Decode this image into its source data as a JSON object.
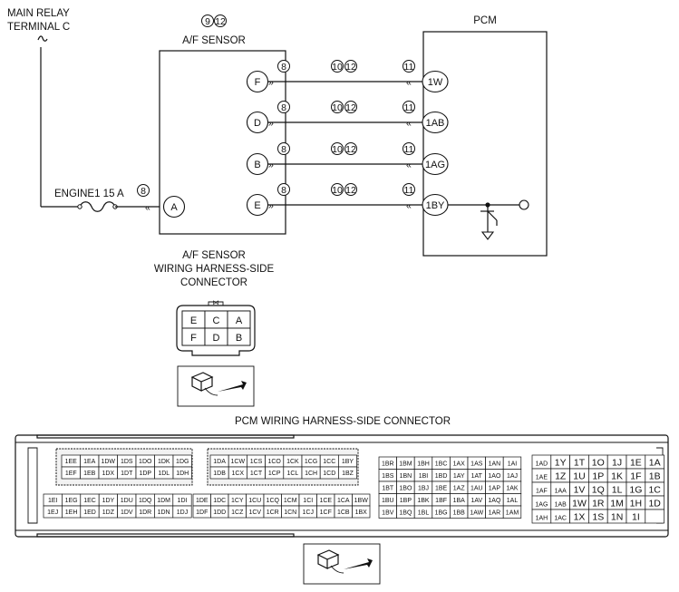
{
  "labels": {
    "main_relay_1": "MAIN RELAY",
    "main_relay_2": "TERMINAL C",
    "af_sensor": "A/F SENSOR",
    "pcm": "PCM",
    "engine_fuse": "ENGINE1 15 A",
    "af_conn_1": "A/F SENSOR",
    "af_conn_2": "WIRING HARNESS-SIDE",
    "af_conn_3": "CONNECTOR",
    "pcm_conn": "PCM WIRING HARNESS-SIDE CONNECTOR"
  },
  "refs": {
    "sensor_top": [
      "9",
      "12"
    ],
    "fuse": "8",
    "rows": [
      {
        "sensor_pin": "F",
        "pcm_pin": "1W",
        "left": "8",
        "mid": [
          "10",
          "12"
        ],
        "right": "11"
      },
      {
        "sensor_pin": "D",
        "pcm_pin": "1AB",
        "left": "8",
        "mid": [
          "10",
          "12"
        ],
        "right": "11"
      },
      {
        "sensor_pin": "B",
        "pcm_pin": "1AG",
        "left": "8",
        "mid": [
          "10",
          "12"
        ],
        "right": "11"
      },
      {
        "sensor_pin": "E",
        "pcm_pin": "1BY",
        "left": "8",
        "mid": [
          "10",
          "12"
        ],
        "right": "11"
      }
    ]
  },
  "sensor_pin_a": "A",
  "af_connector_grid": [
    [
      "E",
      "C",
      "A"
    ],
    [
      "F",
      "D",
      "B"
    ]
  ],
  "pcm_connector": {
    "block1_top": [
      [
        "1EE",
        "1EA",
        "1DW",
        "1DS",
        "1DO",
        "1DK",
        "1DG"
      ],
      [
        "1EF",
        "1EB",
        "1DX",
        "1DT",
        "1DP",
        "1DL",
        "1DH"
      ]
    ],
    "block1_bottom": [
      [
        "1EI",
        "1EG",
        "1EC",
        "1DY",
        "1DU",
        "1DQ",
        "1DM",
        "1DI"
      ],
      [
        "1EJ",
        "1EH",
        "1ED",
        "1DZ",
        "1DV",
        "1DR",
        "1DN",
        "1DJ"
      ]
    ],
    "block2_top": [
      [
        "1DA",
        "1CW",
        "1CS",
        "1CO",
        "1CK",
        "1CG",
        "1CC",
        "1BY"
      ],
      [
        "1DB",
        "1CX",
        "1CT",
        "1CP",
        "1CL",
        "1CH",
        "1CD",
        "1BZ"
      ]
    ],
    "block2_bottom": [
      [
        "1DE",
        "1DC",
        "1CY",
        "1CU",
        "1CQ",
        "1CM",
        "1CI",
        "1CE",
        "1CA",
        "1BW"
      ],
      [
        "1DF",
        "1DD",
        "1CZ",
        "1CV",
        "1CR",
        "1CN",
        "1CJ",
        "1CF",
        "1CB",
        "1BX"
      ]
    ],
    "block3": [
      [
        "1BR",
        "1BM",
        "1BH",
        "1BC",
        "1AX",
        "1AS",
        "1AN",
        "1AI"
      ],
      [
        "1BS",
        "1BN",
        "1BI",
        "1BD",
        "1AY",
        "1AT",
        "1AO",
        "1AJ"
      ],
      [
        "1BT",
        "1BO",
        "1BJ",
        "1BE",
        "1AZ",
        "1AU",
        "1AP",
        "1AK"
      ],
      [
        "1BU",
        "1BP",
        "1BK",
        "1BF",
        "1BA",
        "1AV",
        "1AQ",
        "1AL"
      ],
      [
        "1BV",
        "1BQ",
        "1BL",
        "1BG",
        "1BB",
        "1AW",
        "1AR",
        "1AM"
      ]
    ],
    "block4": [
      [
        "1AD",
        "1Y",
        "1T",
        "1O",
        "1J",
        "1E",
        "1A"
      ],
      [
        "1AE",
        "1Z",
        "1U",
        "1P",
        "1K",
        "1F",
        "1B"
      ],
      [
        "1AF",
        "1AA",
        "1V",
        "1Q",
        "1L",
        "1G",
        "1C"
      ],
      [
        "1AG",
        "1AB",
        "1W",
        "1R",
        "1M",
        "1H",
        "1D"
      ],
      [
        "1AH",
        "1AC",
        "1X",
        "1S",
        "1N",
        "1I",
        ""
      ]
    ]
  }
}
